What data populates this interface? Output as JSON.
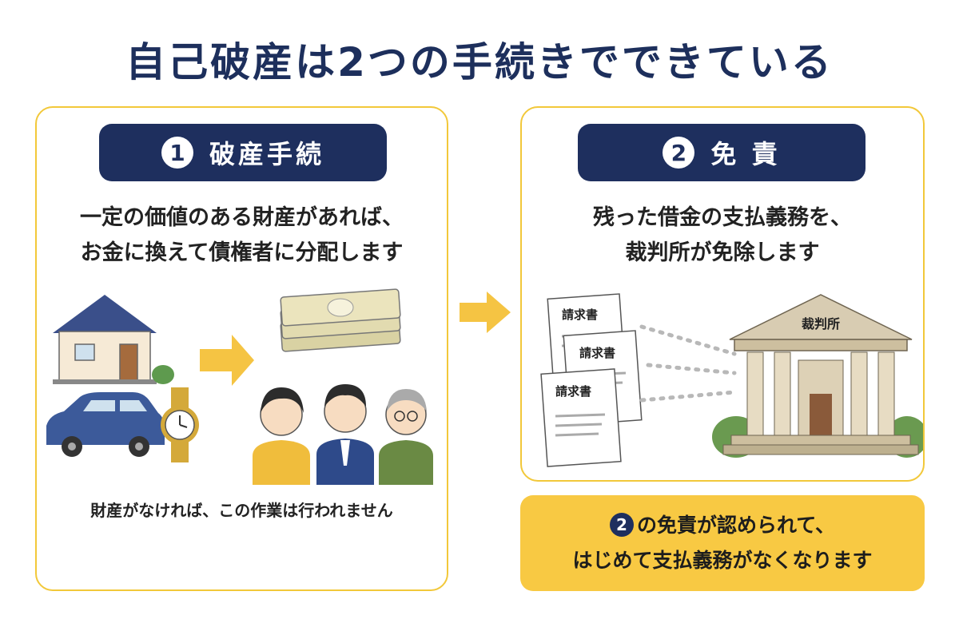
{
  "title": "自己破産は2つの手続きでできている",
  "left": {
    "badge_number": "1",
    "badge_label": "破産手続",
    "desc_line1": "一定の価値のある財産があれば、",
    "desc_line2": "お金に換えて債権者に分配します",
    "note": "財産がなければ、この作業は行われません"
  },
  "right": {
    "badge_number": "2",
    "badge_label": "免 責",
    "desc_line1": "残った借金の支払義務を、",
    "desc_line2": "裁判所が免除します",
    "doc_label": "請求書",
    "court_label": "裁判所"
  },
  "result": {
    "number": "2",
    "line1": "の免責が認められて、",
    "line2": "はじめて支払義務がなくなります"
  },
  "colors": {
    "navy": "#1e2f5e",
    "yellow": "#f8c943",
    "border": "#f2c83a"
  }
}
